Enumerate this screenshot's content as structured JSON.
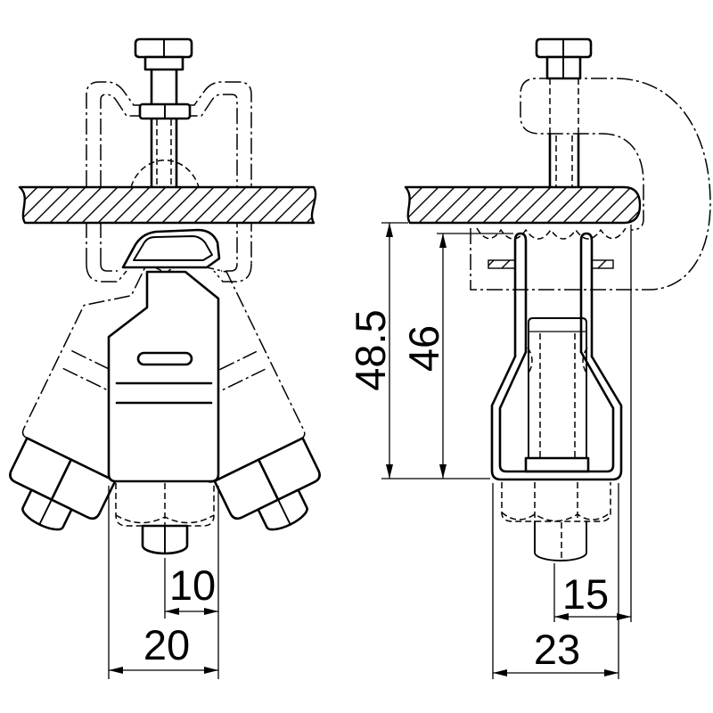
{
  "dimensions": {
    "front_bolt_offset": "10",
    "front_body_width": "20",
    "side_total_height": "48.5",
    "side_clip_height": "46",
    "side_bolt_offset": "15",
    "side_body_width": "23"
  },
  "colors": {
    "line": "#000000",
    "background": "#ffffff"
  }
}
